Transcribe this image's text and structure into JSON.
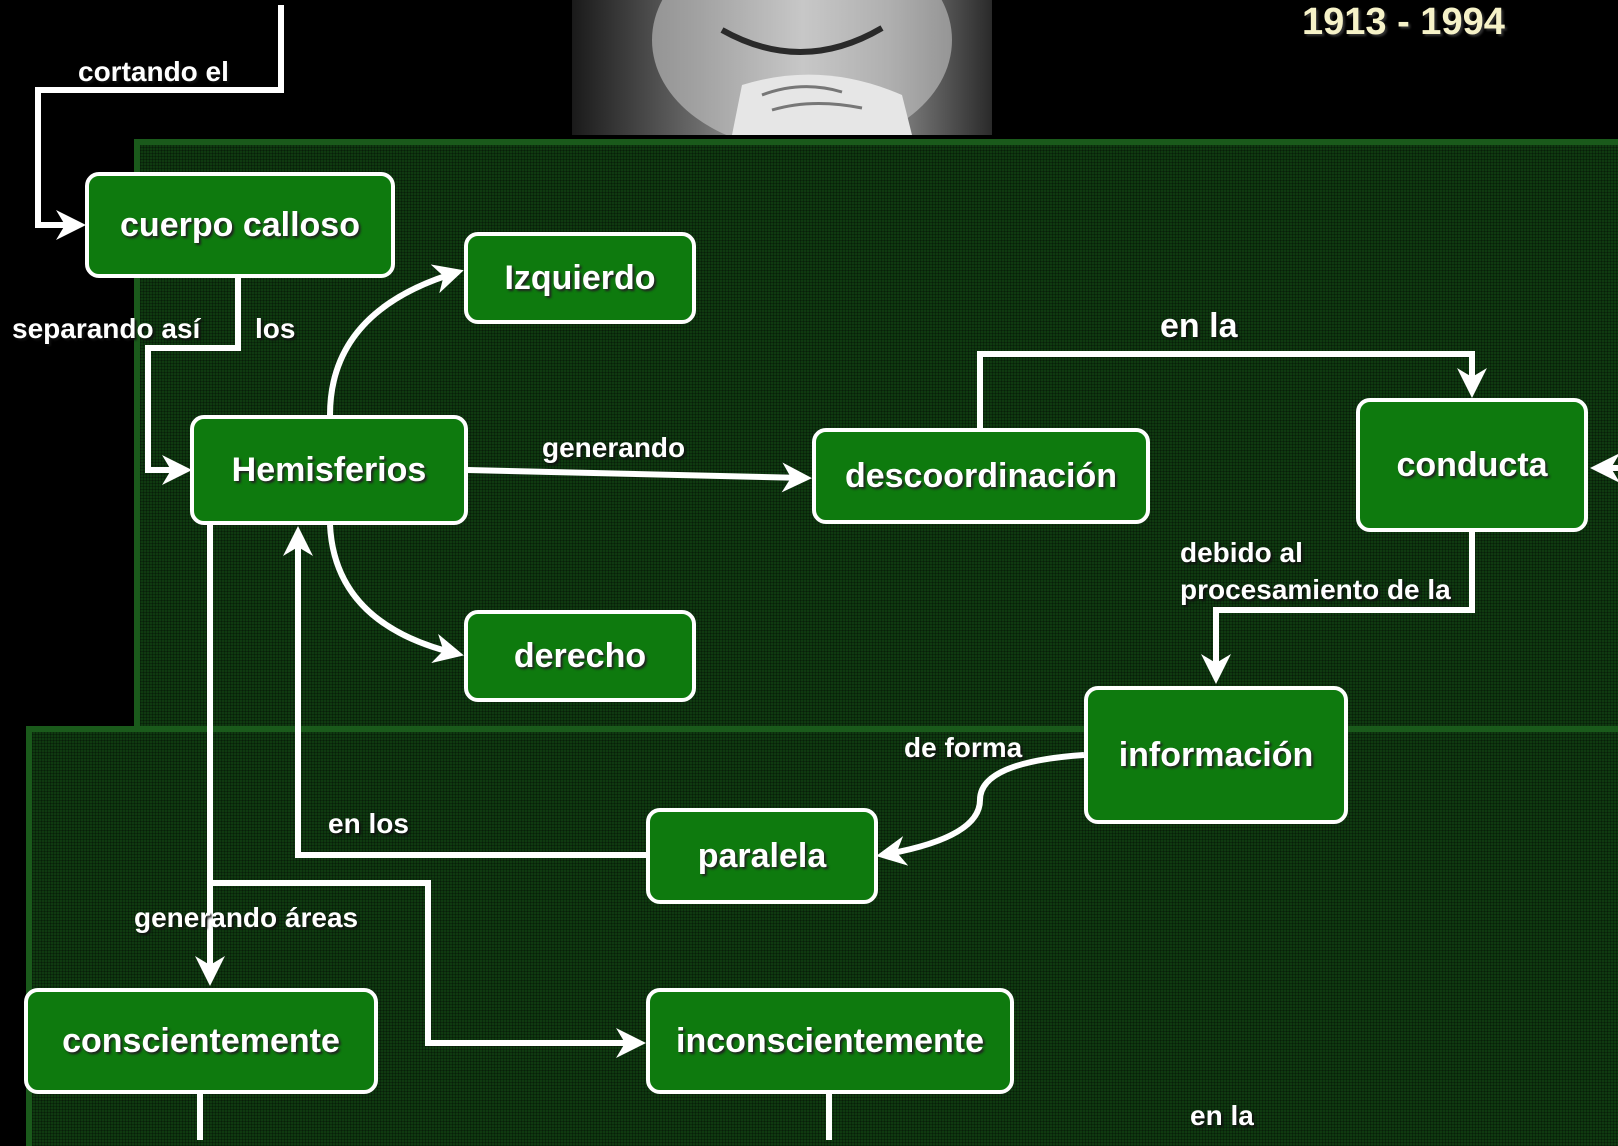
{
  "header": {
    "years": "1913 - 1994"
  },
  "photo": {
    "icon": "portrait-photo-icon"
  },
  "nodes": {
    "cuerpo_calloso": "cuerpo calloso",
    "izquierdo": "Izquierdo",
    "hemisferios": "Hemisferios",
    "descoordinacion": "descoordinación",
    "conducta": "conducta",
    "derecho": "derecho",
    "informacion": "información",
    "paralela": "paralela",
    "conscientemente": "conscientemente",
    "inconscientemente": "inconscientemente"
  },
  "links": {
    "cortando_el": "cortando el",
    "separando_asi": "separando así",
    "los": "los",
    "generando": "generando",
    "en_la_top": "en la",
    "debido_al": "debido al",
    "procesamiento_de_la": "procesamiento  de la",
    "de_forma": "de forma",
    "en_los": "en los",
    "generando_areas": "generando áreas",
    "en_la_bottom": "en la"
  },
  "colors": {
    "node_fill": "#0e7a0e",
    "node_border": "#ffffff",
    "panel": "#0f3a10",
    "years_text": "#f6f2c8"
  }
}
